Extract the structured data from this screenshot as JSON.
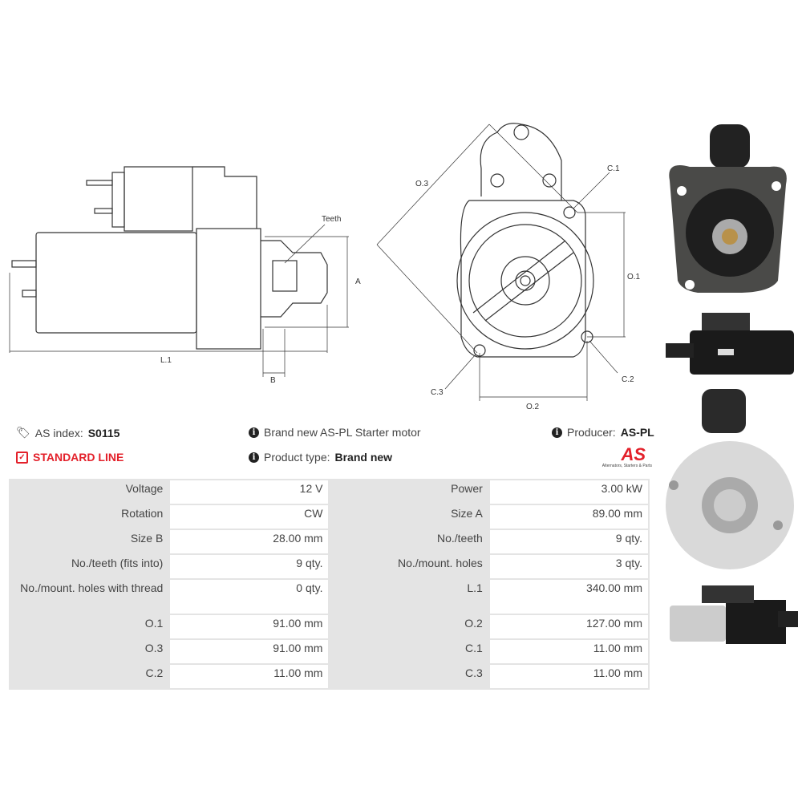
{
  "diagram_labels": {
    "teeth": "Teeth",
    "a": "A",
    "b": "B",
    "l1": "L.1",
    "o1": "O.1",
    "o2": "O.2",
    "o3": "O.3",
    "c1": "C.1",
    "c2": "C.2",
    "c3": "C.3"
  },
  "info": {
    "as_index_label": "AS index:",
    "as_index_value": "S0115",
    "line": "STANDARD LINE",
    "description": "Brand new AS-PL Starter motor",
    "product_type_label": "Product type:",
    "product_type_value": "Brand new",
    "producer_label": "Producer:",
    "producer_value": "AS-PL",
    "logo_text": "AS",
    "logo_tagline": "Alternators, Starters & Parts"
  },
  "colors": {
    "accent": "#e3202a"
  },
  "specs": [
    {
      "k1": "Voltage",
      "v1": "12 V",
      "k2": "Power",
      "v2": "3.00 kW"
    },
    {
      "k1": "Rotation",
      "v1": "CW",
      "k2": "Size A",
      "v2": "89.00 mm"
    },
    {
      "k1": "Size B",
      "v1": "28.00 mm",
      "k2": "No./teeth",
      "v2": "9 qty."
    },
    {
      "k1": "No./teeth (fits into)",
      "v1": "9 qty.",
      "k2": "No./mount. holes",
      "v2": "3 qty."
    },
    {
      "k1": "No./mount. holes with thread",
      "v1": "0 qty.",
      "k2": "L.1",
      "v2": "340.00 mm"
    },
    {
      "k1": "O.1",
      "v1": "91.00 mm",
      "k2": "O.2",
      "v2": "127.00 mm"
    },
    {
      "k1": "O.3",
      "v1": "91.00 mm",
      "k2": "C.1",
      "v2": "11.00 mm"
    },
    {
      "k1": "C.2",
      "v1": "11.00 mm",
      "k2": "C.3",
      "v2": "11.00 mm"
    }
  ]
}
